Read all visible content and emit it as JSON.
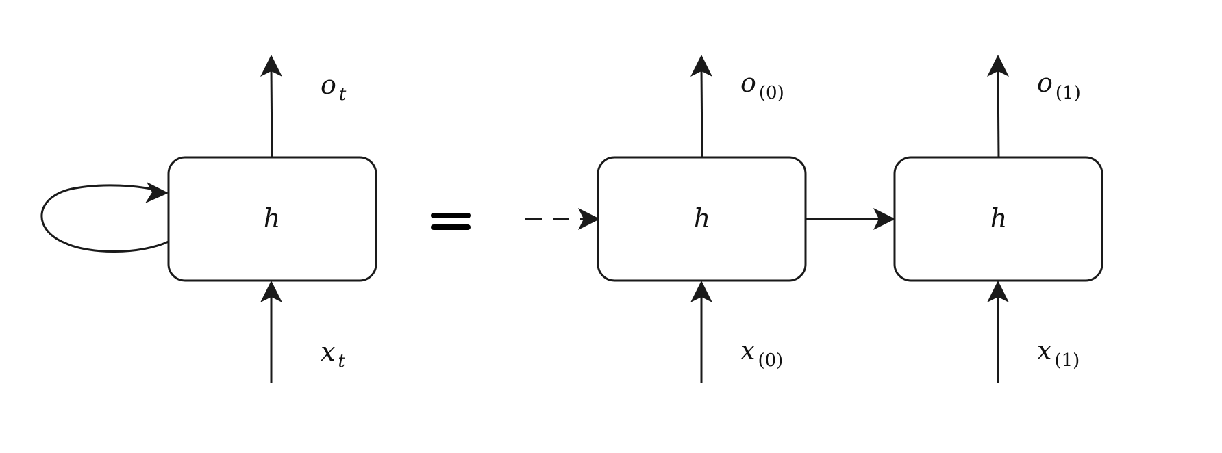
{
  "left_cell": {
    "state_label": "h",
    "output_label": "o",
    "output_subscript": "t",
    "input_label": "x",
    "input_subscript": "t"
  },
  "equals_sign": "=",
  "unrolled": [
    {
      "state_label": "h",
      "output_label": "o",
      "output_subscript": "(0)",
      "input_label": "x",
      "input_subscript": "(0)"
    },
    {
      "state_label": "h",
      "output_label": "o",
      "output_subscript": "(1)",
      "input_label": "x",
      "input_subscript": "(1)"
    }
  ],
  "colors": {
    "stroke": "#1a1a1a",
    "background": "#ffffff"
  }
}
